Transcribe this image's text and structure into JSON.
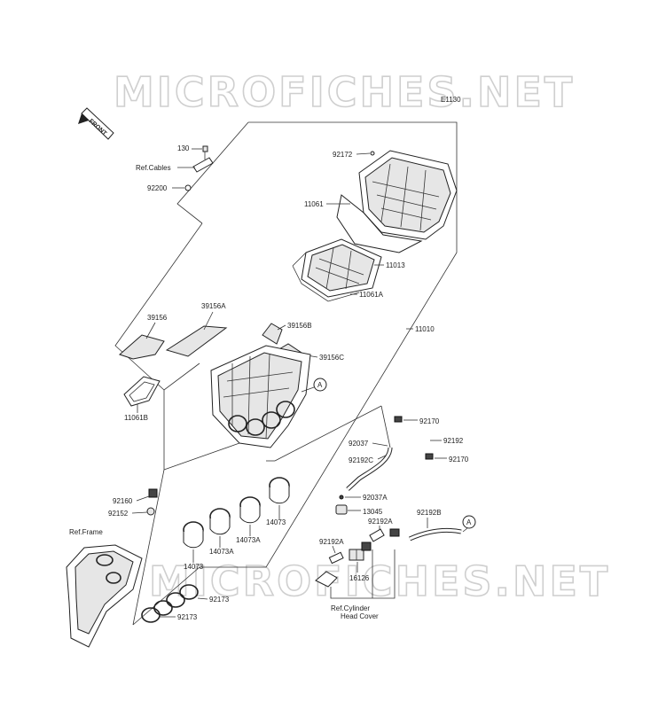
{
  "watermark": {
    "top": "MICROFICHES.NET",
    "bottom": "MICROFICHES.NET"
  },
  "diagram_code": "E1130",
  "front_label": "FRONT",
  "callout_letter": "A",
  "labels": {
    "p130": "130",
    "ref_cables": "Ref.Cables",
    "p92200": "92200",
    "p92172": "92172",
    "p11061": "11061",
    "p11013": "11013",
    "p11061A": "11061A",
    "p11010": "11010",
    "p39156": "39156",
    "p39156A": "39156A",
    "p39156B": "39156B",
    "p39156C": "39156C",
    "p11061B": "11061B",
    "p92170a": "92170",
    "p92192": "92192",
    "p92170b": "92170",
    "p92037": "92037",
    "p92192C": "92192C",
    "p92037A": "92037A",
    "p13045": "13045",
    "p92192Aa": "92192A",
    "p92192B": "92192B",
    "p92192Ab": "92192A",
    "p16126": "16126",
    "ref_cyl_1": "Ref.Cylinder",
    "ref_cyl_2": "Head Cover",
    "p92160": "92160",
    "p92152": "92152",
    "ref_frame": "Ref.Frame",
    "p14073a": "14073",
    "p14073b": "14073",
    "p14073Aa": "14073A",
    "p14073Ab": "14073A",
    "p92173a": "92173",
    "p92173b": "92173"
  }
}
